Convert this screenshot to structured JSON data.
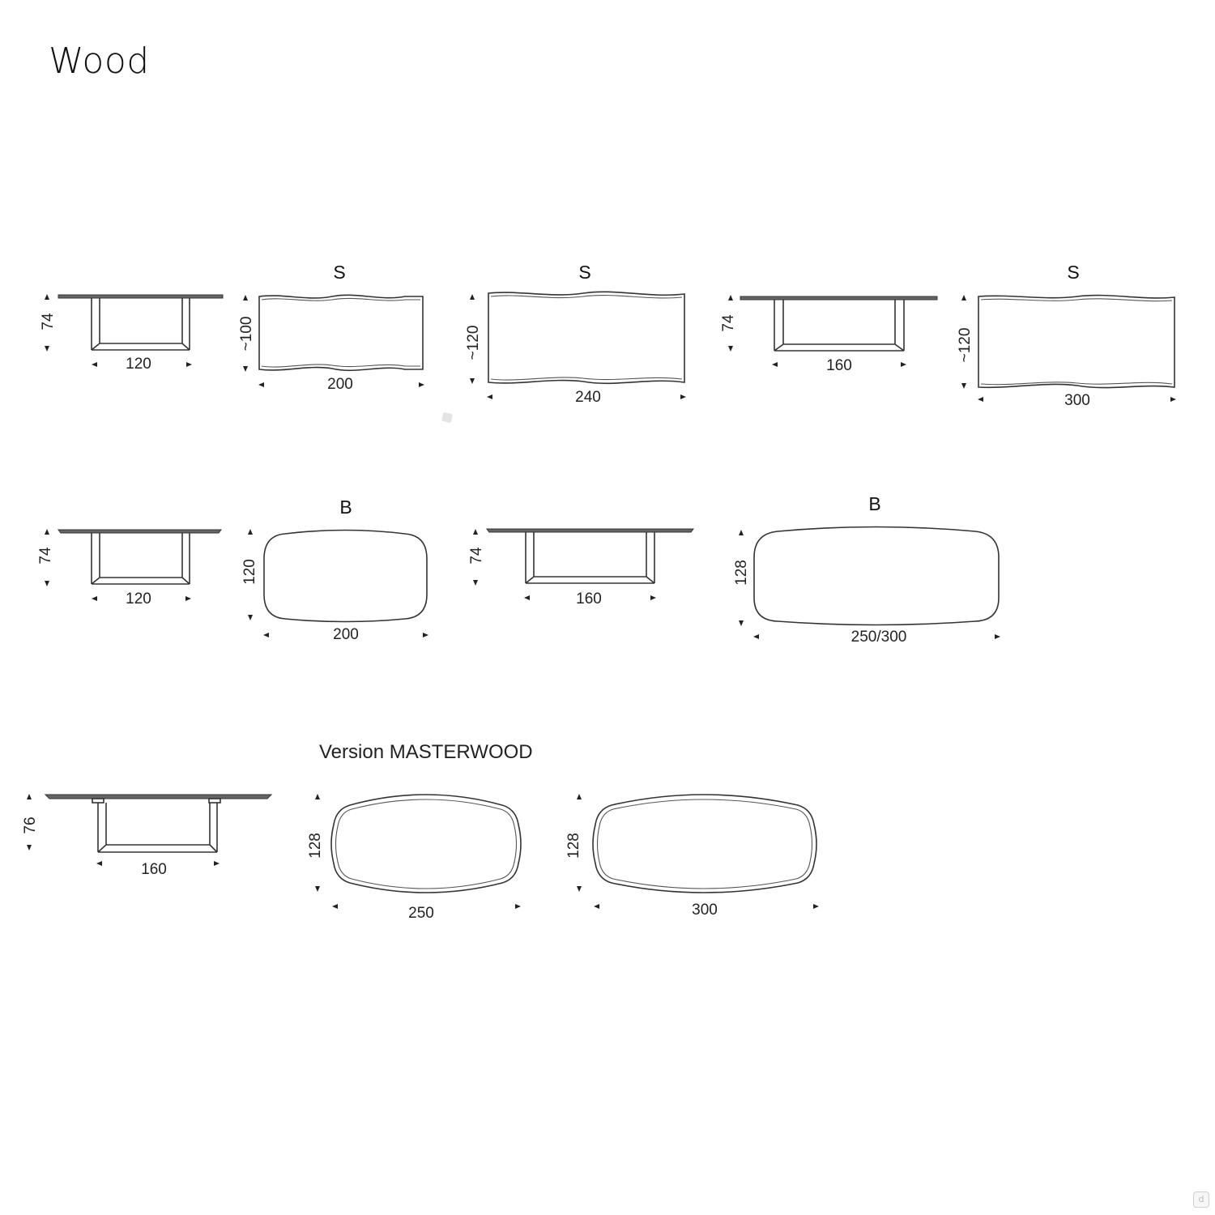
{
  "header": {
    "title": "Wood"
  },
  "row1": {
    "side_view_a": {
      "height": "74",
      "width": "120"
    },
    "top_view_s200": {
      "tag": "S",
      "depth": "~100",
      "length": "200"
    },
    "top_view_s240": {
      "tag": "S",
      "depth": "~120",
      "length": "240"
    },
    "side_view_b": {
      "height": "74",
      "width": "160"
    },
    "top_view_s300": {
      "tag": "S",
      "depth": "~120",
      "length": "300"
    }
  },
  "row2": {
    "side_view_a": {
      "height": "74",
      "width": "120"
    },
    "top_view_b200": {
      "tag": "B",
      "depth": "120",
      "length": "200"
    },
    "side_view_b": {
      "height": "74",
      "width": "160"
    },
    "top_view_b250": {
      "tag": "B",
      "depth": "128",
      "length": "250/300"
    }
  },
  "row3": {
    "version_label": "Version MASTERWOOD",
    "side_view": {
      "height": "76",
      "width": "160"
    },
    "top_view_250": {
      "depth": "128",
      "length": "250"
    },
    "top_view_300": {
      "depth": "128",
      "length": "300"
    }
  },
  "watermark": {
    "glyph": "d"
  },
  "colors": {
    "line": "#333333",
    "background": "#ffffff"
  }
}
